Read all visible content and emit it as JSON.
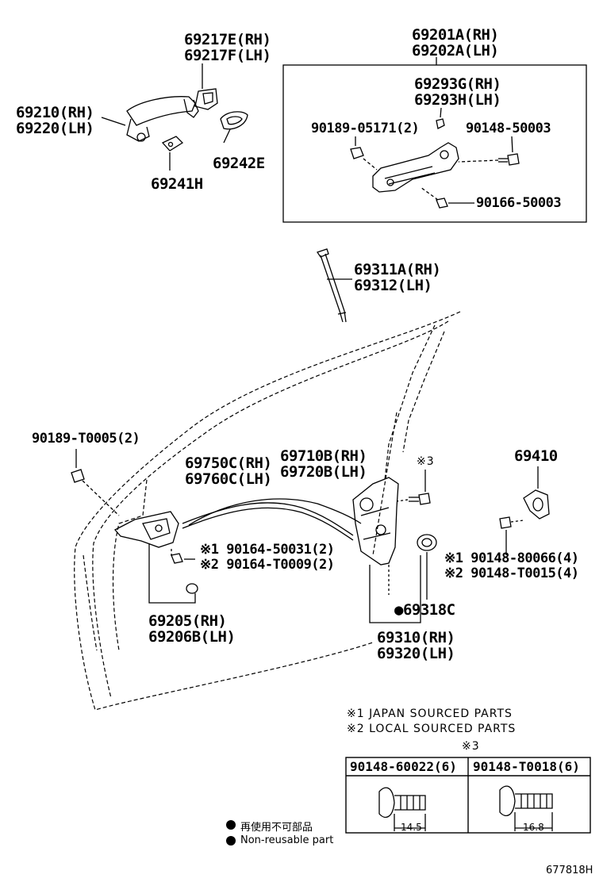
{
  "parts": {
    "p69217": {
      "rh": "69217E(RH)",
      "lh": "69217F(LH)"
    },
    "p69201": {
      "rh": "69201A(RH)",
      "lh": "69202A(LH)"
    },
    "p69210": {
      "rh": "69210(RH)",
      "lh": "69220(LH)"
    },
    "p69293": {
      "rh": "69293G(RH)",
      "lh": "69293H(LH)"
    },
    "p90189_05171": "90189-05171(2)",
    "p90148_50003": "90148-50003",
    "p69242": "69242E",
    "p69241": "69241H",
    "p90166": "90166-50003",
    "p69311": {
      "rh": "69311A(RH)",
      "lh": "69312(LH)"
    },
    "p90189_T0005": "90189-T0005(2)",
    "p69750": {
      "rh": "69750C(RH)",
      "lh": "69760C(LH)"
    },
    "p69710": {
      "rh": "69710B(RH)",
      "lh": "69720B(LH)"
    },
    "p69410": "69410",
    "mark3": "※3",
    "p90164": {
      "a": "※1 90164-50031(2)",
      "b": "※2 90164-T0009(2)"
    },
    "p90148_80066": {
      "a": "※1 90148-80066(4)",
      "b": "※2 90148-T0015(4)"
    },
    "p69318": "●69318C",
    "p69205": {
      "rh": "69205(RH)",
      "lh": "69206B(LH)"
    },
    "p69310": {
      "rh": "69310(RH)",
      "lh": "69320(LH)"
    }
  },
  "notes": {
    "japan": "※1 JAPAN SOURCED PARTS",
    "local": "※2 LOCAL SOURCED PARTS",
    "table_mark": "※3"
  },
  "table": {
    "col1": {
      "part": "90148-60022(6)",
      "dim": "14.5"
    },
    "col2": {
      "part": "90148-T0018(6)",
      "dim": "16.8"
    }
  },
  "legend": {
    "jp": "再使用不可部品",
    "en": "Non-reusable part"
  },
  "ref": "677818H"
}
